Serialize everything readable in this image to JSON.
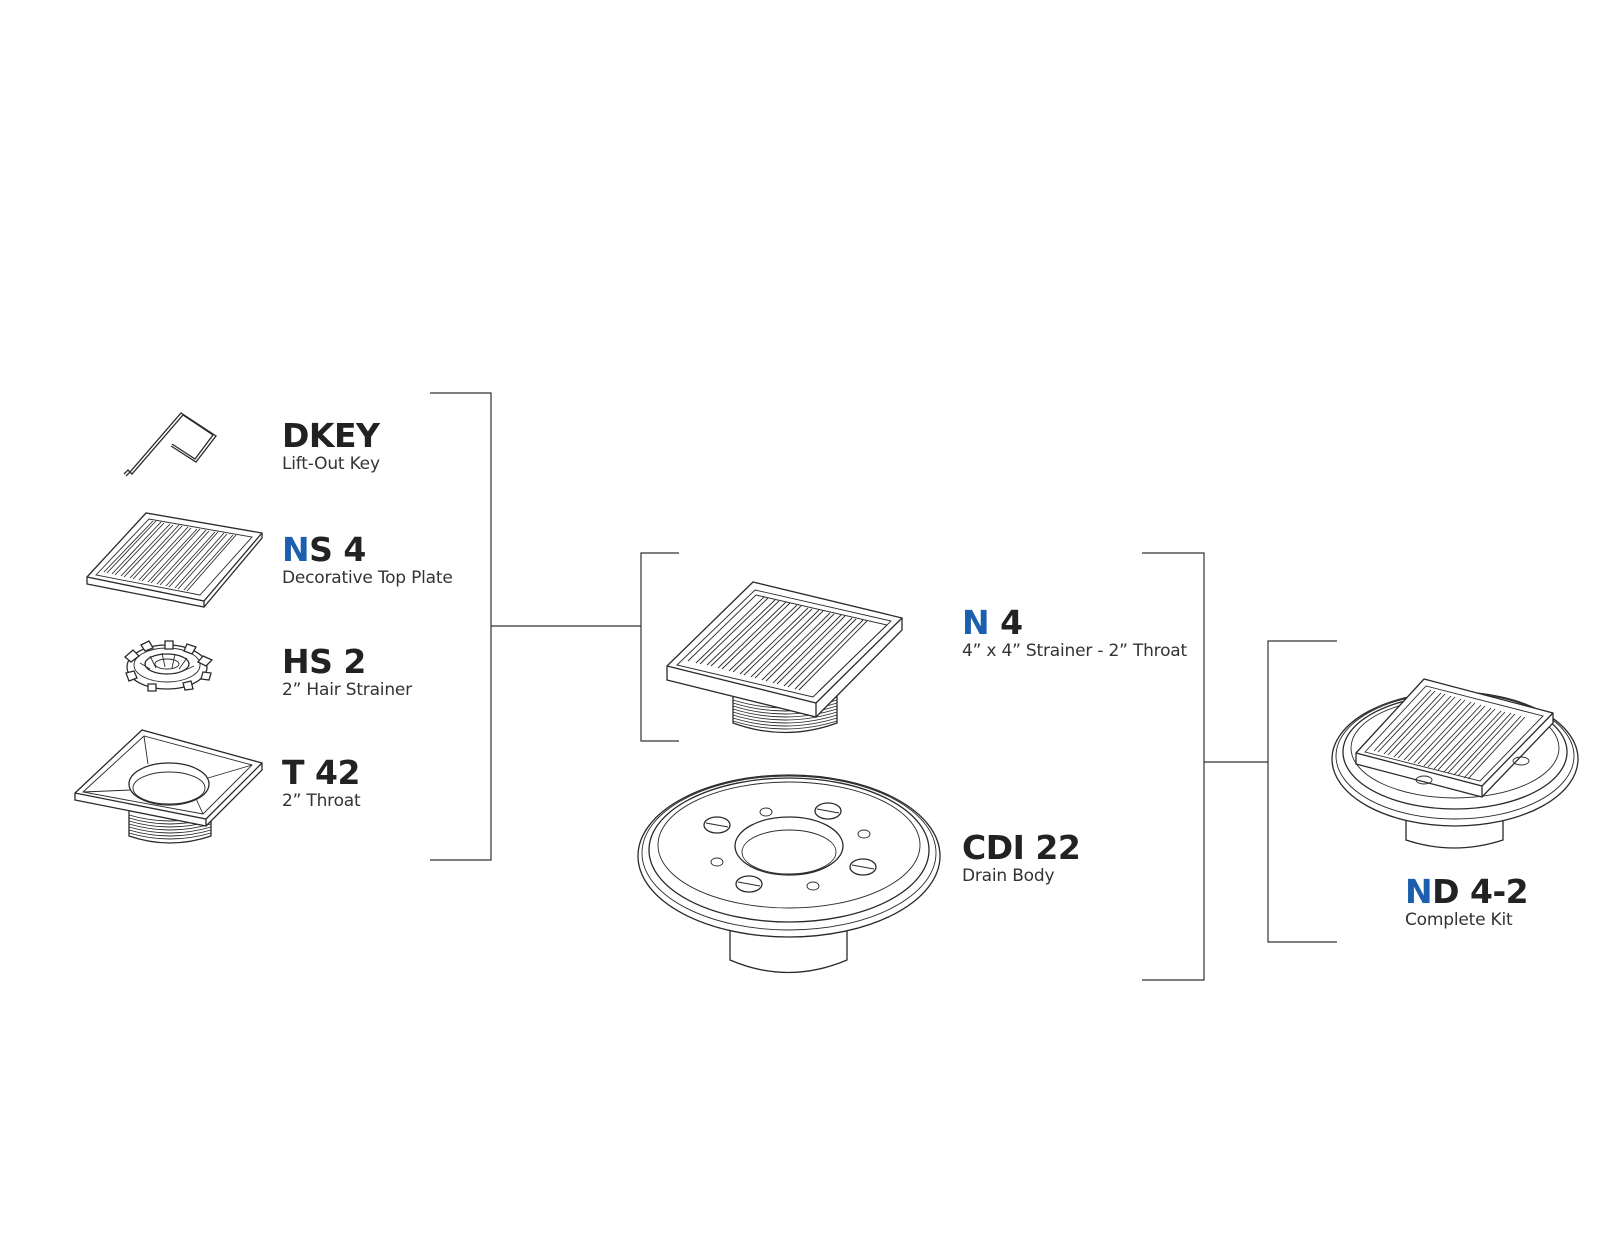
{
  "accent_color": "#1c5fae",
  "parts": {
    "dkey": {
      "code": "DKEY",
      "desc": "Lift-Out Key"
    },
    "ns4": {
      "code_accent": "N",
      "code_rest": "S 4",
      "desc": "Decorative Top Plate"
    },
    "hs2": {
      "code": "HS 2",
      "desc": "2” Hair Strainer"
    },
    "t42": {
      "code": "T 42",
      "desc": "2” Throat"
    },
    "n4": {
      "code_accent": "N",
      "code_rest": " 4",
      "desc": "4” x 4” Strainer - 2” Throat"
    },
    "cdi22": {
      "code": "CDI 22",
      "desc": "Drain Body"
    },
    "nd42": {
      "code_accent": "N",
      "code_rest": "D 4-2",
      "desc": "Complete Kit"
    }
  },
  "icons": [
    "lift-key-icon",
    "slotted-plate-icon",
    "hair-strainer-icon",
    "throat-icon",
    "strainer-assembly-icon",
    "drain-body-icon",
    "complete-kit-icon"
  ]
}
